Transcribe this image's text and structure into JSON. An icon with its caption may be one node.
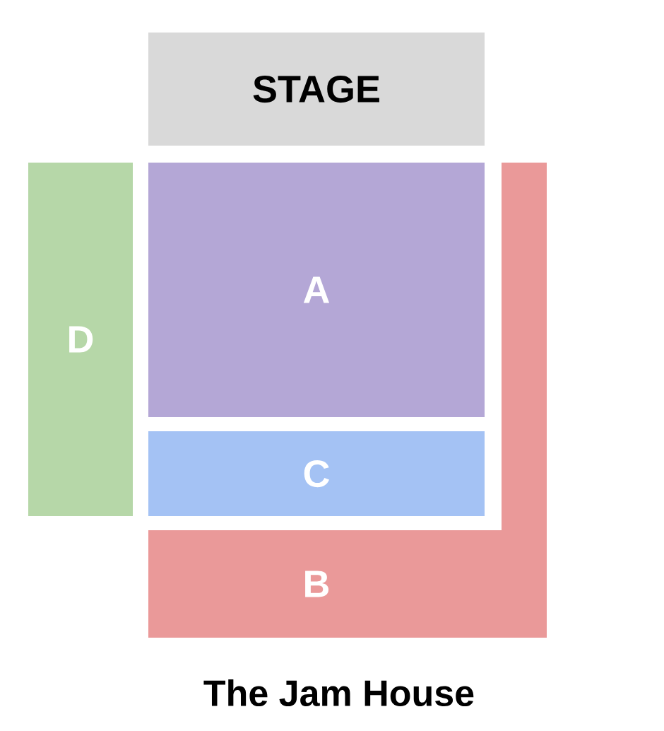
{
  "diagram": {
    "title": "The Jam House",
    "nodes": [
      {
        "text": [
          "STAGE"
        ]
      },
      {
        "text": [
          "A"
        ]
      },
      {
        "text": [
          "D"
        ]
      },
      {
        "text": [
          "C"
        ]
      },
      {
        "text": [
          "B"
        ]
      }
    ]
  }
}
